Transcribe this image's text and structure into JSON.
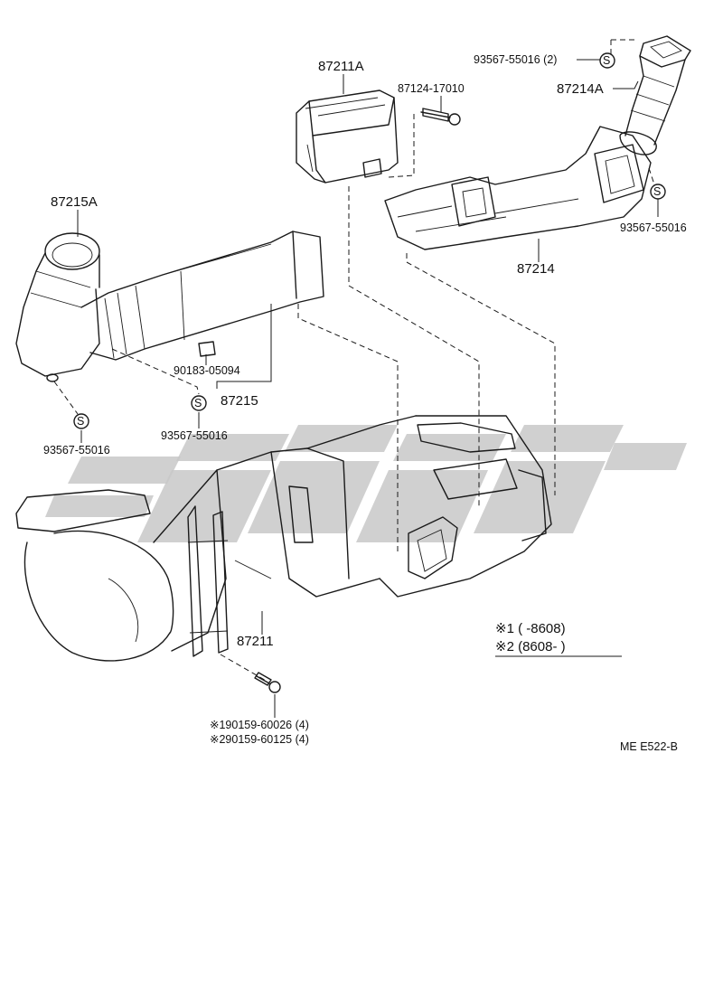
{
  "colors": {
    "ink": "#1a1a1a",
    "watermark": "#c8c8c8",
    "background": "#ffffff"
  },
  "labels": {
    "p87211A": "87211A",
    "p87124": "87124-17010",
    "p93567_top": "93567-55016 (2)",
    "p87214A": "87214A",
    "p93567_right": "93567-55016",
    "p87214": "87214",
    "p87215A": "87215A",
    "p90183": "90183-05094",
    "p87215": "87215",
    "p93567_left": "93567-55016",
    "p93567_mid": "93567-55016",
    "p87211": "87211",
    "screw1": "※190159-60026 (4)",
    "screw2": "※290159-60125 (4)",
    "note1": "※1 (      -8608)",
    "note2": "※2 (8608-      )",
    "ref_code": "ME  E522-B"
  },
  "icons": {
    "spacer_symbol": "S",
    "watermark": "watermark-logo"
  }
}
